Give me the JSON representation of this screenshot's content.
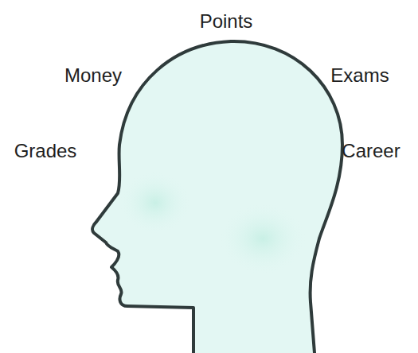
{
  "diagram": {
    "labels": [
      "Points",
      "Money",
      "Exams",
      "Grades",
      "Career"
    ]
  }
}
